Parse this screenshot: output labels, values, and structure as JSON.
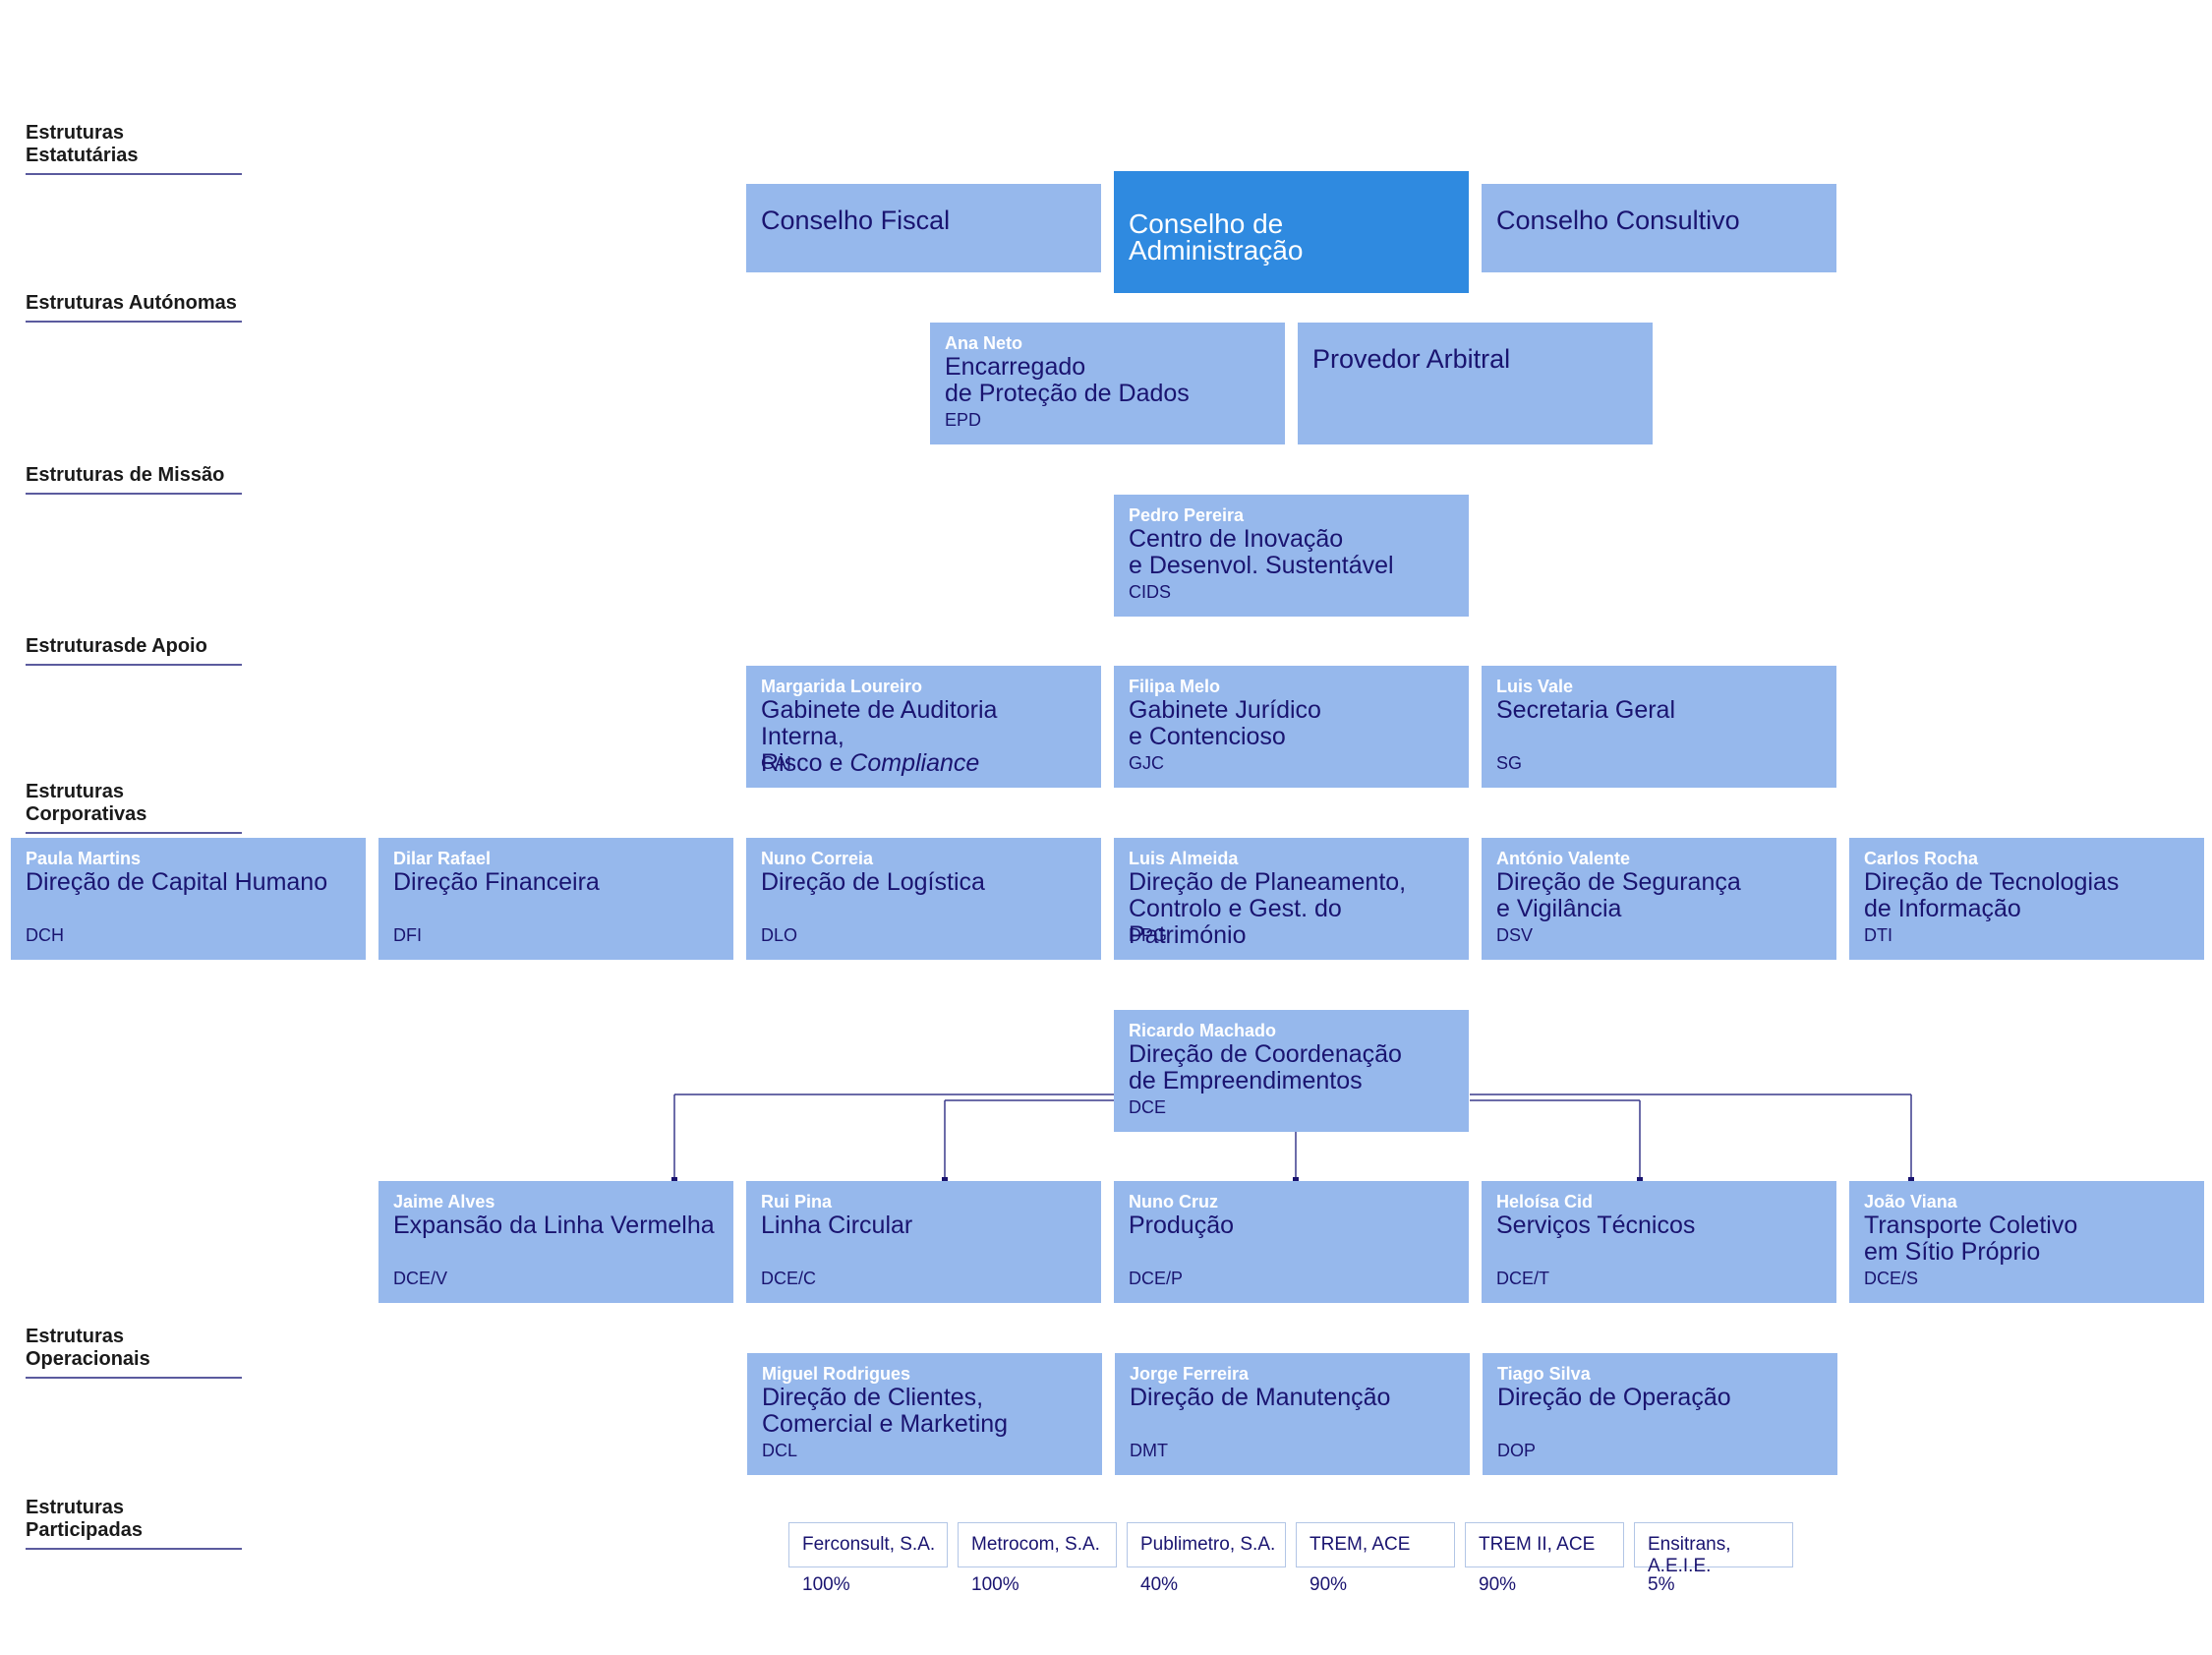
{
  "sections": {
    "statutory": "Estruturas Estatutárias",
    "autonomous": "Estruturas Autónomas",
    "mission": "Estruturas de Missão",
    "support": "Estruturasde Apoio",
    "corporate": "Estruturas Corporativas",
    "operational": "Estruturas Operacionais",
    "participated": "Estruturas Participadas"
  },
  "statutory": {
    "fiscal": "Conselho Fiscal",
    "admin": "Conselho de Administração",
    "consultive": "Conselho Consultivo"
  },
  "autonomous": {
    "epd": {
      "person": "Ana Neto",
      "title_1": "Encarregado",
      "title_2": "de Proteção de Dados",
      "code": "EPD"
    },
    "arbiter": "Provedor Arbitral"
  },
  "mission": {
    "cids": {
      "person": "Pedro Pereira",
      "title_1": "Centro de Inovação",
      "title_2": "e Desenvol. Sustentável",
      "code": "CIDS"
    }
  },
  "support": {
    "gai": {
      "person": "Margarida Loureiro",
      "title_1": "Gabinete de Auditoria Interna,",
      "title_2a": "Risco e ",
      "title_2b": "Compliance",
      "code": "GAI"
    },
    "gjc": {
      "person": "Filipa Melo",
      "title_1": "Gabinete Jurídico",
      "title_2": "e Contencioso",
      "code": "GJC"
    },
    "sg": {
      "person": "Luis Vale",
      "title_1": "Secretaria Geral",
      "code": "SG"
    }
  },
  "corporate": {
    "dch": {
      "person": "Paula Martins",
      "title_1": "Direção de Capital Humano",
      "code": "DCH"
    },
    "dfi": {
      "person": "Dilar Rafael",
      "title_1": "Direção Financeira",
      "code": "DFI"
    },
    "dlo": {
      "person": "Nuno Correia",
      "title_1": "Direção de Logística",
      "code": "DLO"
    },
    "dpg": {
      "person": "Luis Almeida",
      "title_1": "Direção de Planeamento,",
      "title_2": "Controlo e Gest. do Património",
      "code": "DPG"
    },
    "dsv": {
      "person": "António Valente",
      "title_1": "Direção de Segurança",
      "title_2": "e Vigilância",
      "code": "DSV"
    },
    "dti": {
      "person": "Carlos Rocha",
      "title_1": "Direção de Tecnologias",
      "title_2": "de Informação",
      "code": "DTI"
    },
    "dce": {
      "person": "Ricardo Machado",
      "title_1": "Direção de Coordenação",
      "title_2": "de Empreendimentos",
      "code": "DCE"
    },
    "dce_v": {
      "person": "Jaime Alves",
      "title_1": "Expansão da Linha Vermelha",
      "code": "DCE/V"
    },
    "dce_c": {
      "person": "Rui Pina",
      "title_1": "Linha Circular",
      "code": "DCE/C"
    },
    "dce_p": {
      "person": "Nuno Cruz",
      "title_1": "Produção",
      "code": "DCE/P"
    },
    "dce_t": {
      "person": "Heloísa Cid",
      "title_1": "Serviços Técnicos",
      "code": "DCE/T"
    },
    "dce_s": {
      "person": "João Viana",
      "title_1": "Transporte Coletivo",
      "title_2": "em Sítio Próprio",
      "code": "DCE/S"
    }
  },
  "operational": {
    "dcl": {
      "person": "Miguel Rodrigues",
      "title_1": "Direção de Clientes,",
      "title_2": "Comercial e Marketing",
      "code": "DCL"
    },
    "dmt": {
      "person": "Jorge Ferreira",
      "title_1": "Direção de Manutenção",
      "code": "DMT"
    },
    "dop": {
      "person": "Tiago Silva",
      "title_1": "Direção de Operação",
      "code": "DOP"
    }
  },
  "participated": [
    {
      "name": "Ferconsult, S.A.",
      "share": "100%"
    },
    {
      "name": "Metrocom, S.A.",
      "share": "100%"
    },
    {
      "name": "Publimetro, S.A.",
      "share": "40%"
    },
    {
      "name": "TREM, ACE",
      "share": "90%"
    },
    {
      "name": "TREM II, ACE",
      "share": "90%"
    },
    {
      "name": "Ensitrans, A.E.I.E.",
      "share": "5%"
    }
  ],
  "colors": {
    "box": "#96b8ec",
    "box_highlight": "#2f8ae0",
    "text_dark": "#1a1470",
    "connector": "#3a3a8c"
  }
}
